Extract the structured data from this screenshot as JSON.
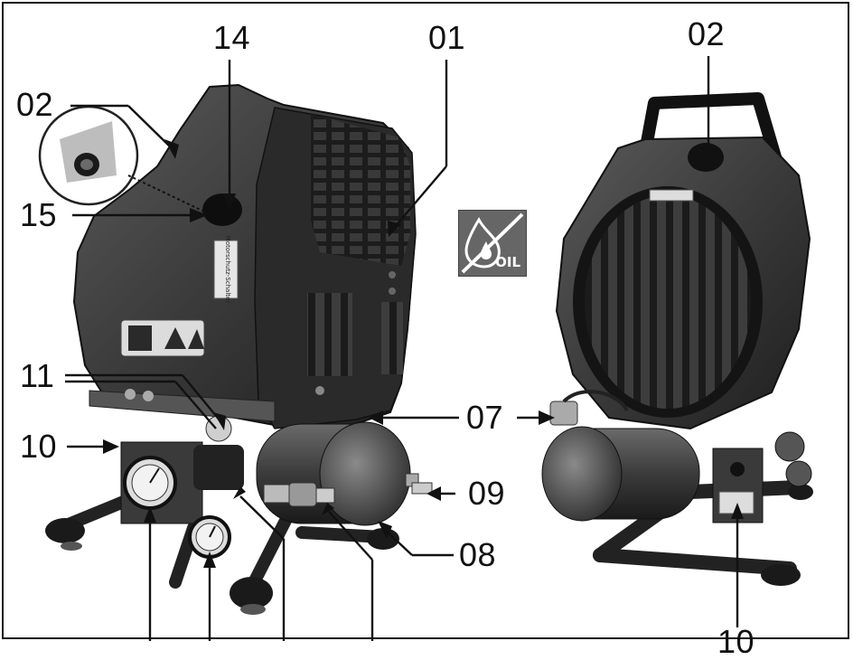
{
  "labels": {
    "l14": "14",
    "l01": "01",
    "l02_left": "02",
    "l02_right": "02",
    "l15": "15",
    "l11": "11",
    "l10_left": "10",
    "l07": "07",
    "l09": "09",
    "l08": "08",
    "l10_right": "10"
  },
  "badge": {
    "text": "OIL",
    "icon": "no-oil-icon"
  },
  "decals": {
    "motor_switch": "Motorschutz-Schalter"
  },
  "colors": {
    "body_dark": "#2e2e2e",
    "body_mid": "#4a4a4a",
    "highlight": "#7a7a7a",
    "badge_bg": "#666666"
  }
}
